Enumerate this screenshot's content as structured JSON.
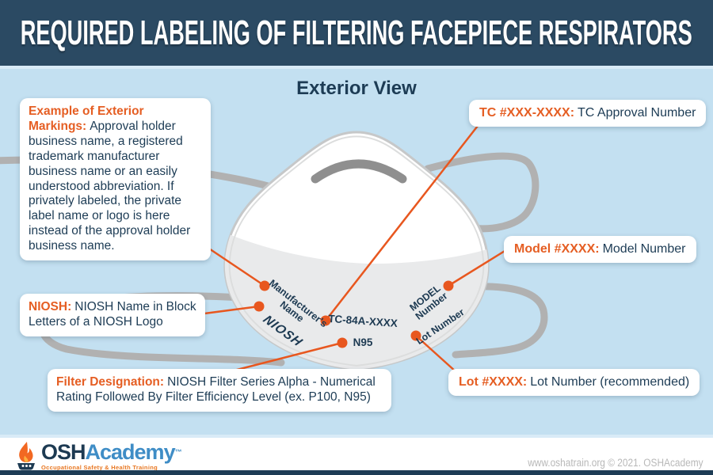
{
  "header": {
    "title": "REQUIRED LABELING OF FILTERING FACEPIECE RESPIRATORS"
  },
  "main": {
    "subtitle": "Exterior View"
  },
  "callouts": {
    "exterior_markings": {
      "label": "Example of Exterior Markings:",
      "text": "Approval holder business name, a registered trademark manufacturer business name or an easily understood abbreviation. If privately labeled, the private label name or logo is here instead of the approval holder business name."
    },
    "tc": {
      "label": "TC #XXX-XXXX:",
      "text": "TC Approval Number"
    },
    "model": {
      "label": "Model #XXXX:",
      "text": "Model Number"
    },
    "niosh": {
      "label": "NIOSH:",
      "text": "NIOSH Name in Block Letters of a NIOSH Logo"
    },
    "filter": {
      "label": "Filter Designation:",
      "text": "NIOSH Filter Series Alpha - Numerical Rating Followed By Filter Efficiency Level (ex. P100, N95)"
    },
    "lot": {
      "label": "Lot #XXXX:",
      "text": "Lot Number (recommended)"
    }
  },
  "mask_markings": {
    "manufacturer": "Manufacturer's\nName",
    "niosh_logo": "NIOSH",
    "tc_number": "TC-84A-XXXX",
    "filter_rating": "N95",
    "model": "MODEL\nNumber",
    "lot": "Lot Number"
  },
  "footer": {
    "logo_osh": "OSH",
    "logo_academy": "Academy",
    "logo_tm": "™",
    "tagline": "Occupational Safety & Health Training",
    "credit": "www.oshatrain.org © 2021. OSHAcademy"
  },
  "colors": {
    "header_bg": "#2b4a63",
    "background": "#c3e0f1",
    "accent_orange": "#e8571f",
    "navy_text": "#1d3c55",
    "strap_gray": "#b1b1b1",
    "mask_shade": "#e9eaeb",
    "academy_blue": "#3f8dc6",
    "tagline_orange": "#e87722"
  }
}
